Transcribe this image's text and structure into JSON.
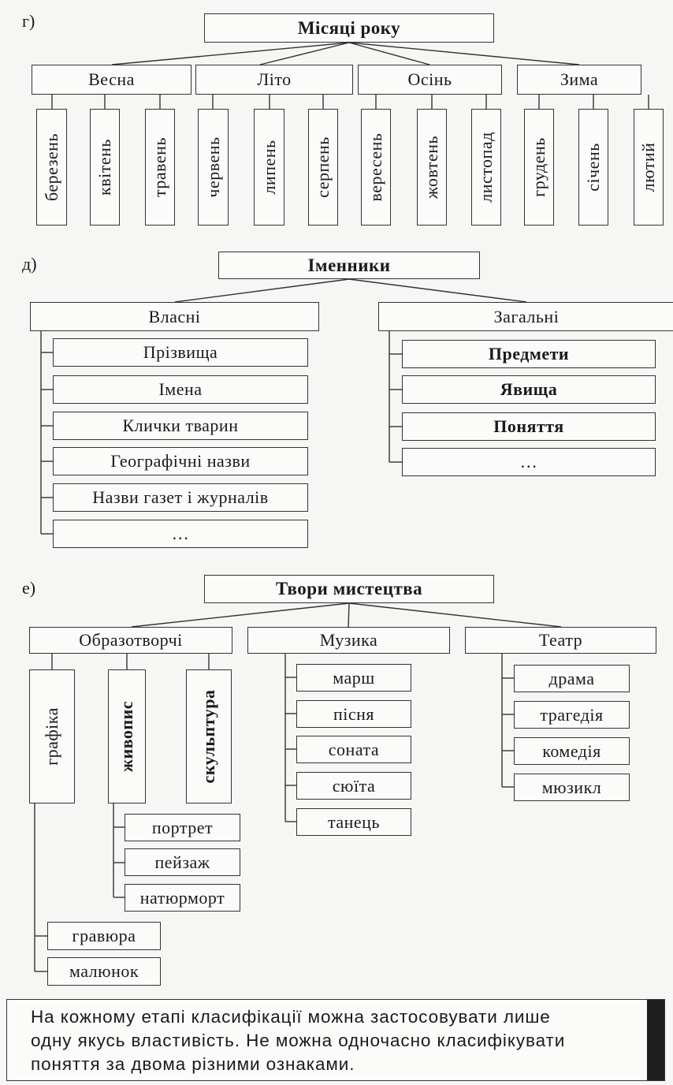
{
  "sections": {
    "g": {
      "label": "г)",
      "root": "Місяці року",
      "groups": [
        {
          "label": "Весна",
          "items": [
            "березень",
            "квітень",
            "травень"
          ]
        },
        {
          "label": "Літо",
          "items": [
            "червень",
            "липень",
            "серпень"
          ]
        },
        {
          "label": "Осінь",
          "items": [
            "вересень",
            "жовтень",
            "листопад"
          ]
        },
        {
          "label": "Зима",
          "items": [
            "грудень",
            "січень",
            "лютий"
          ]
        }
      ]
    },
    "d": {
      "label": "д)",
      "root": "Іменники",
      "groups": [
        {
          "label": "Власні",
          "items": [
            "Прізвища",
            "Імена",
            "Клички тварин",
            "Географічні назви",
            "Назви газет і журналів",
            "…"
          ]
        },
        {
          "label": "Загальні",
          "items": [
            "Предмети",
            "Явища",
            "Поняття",
            "…"
          ]
        }
      ]
    },
    "e": {
      "label": "е)",
      "root": "Твори мистецтва",
      "groups": [
        {
          "label": "Образотворчі",
          "subgroups": [
            {
              "label": "графіка",
              "items": [
                "гравюра",
                "малюнок"
              ]
            },
            {
              "label": "живопис",
              "items": [
                "портрет",
                "пейзаж",
                "натюрморт"
              ]
            },
            {
              "label": "скульптура",
              "items": []
            }
          ]
        },
        {
          "label": "Музика",
          "items": [
            "марш",
            "пісня",
            "соната",
            "сюїта",
            "танець"
          ]
        },
        {
          "label": "Театр",
          "items": [
            "драма",
            "трагедія",
            "комедія",
            "мюзикл"
          ]
        }
      ]
    }
  },
  "rule": {
    "lines": [
      "На кожному етапі класифікації можна застосовувати лише",
      "одну якусь властивість. Не можна одночасно класифікувати",
      "поняття за двома різними ознаками."
    ]
  }
}
